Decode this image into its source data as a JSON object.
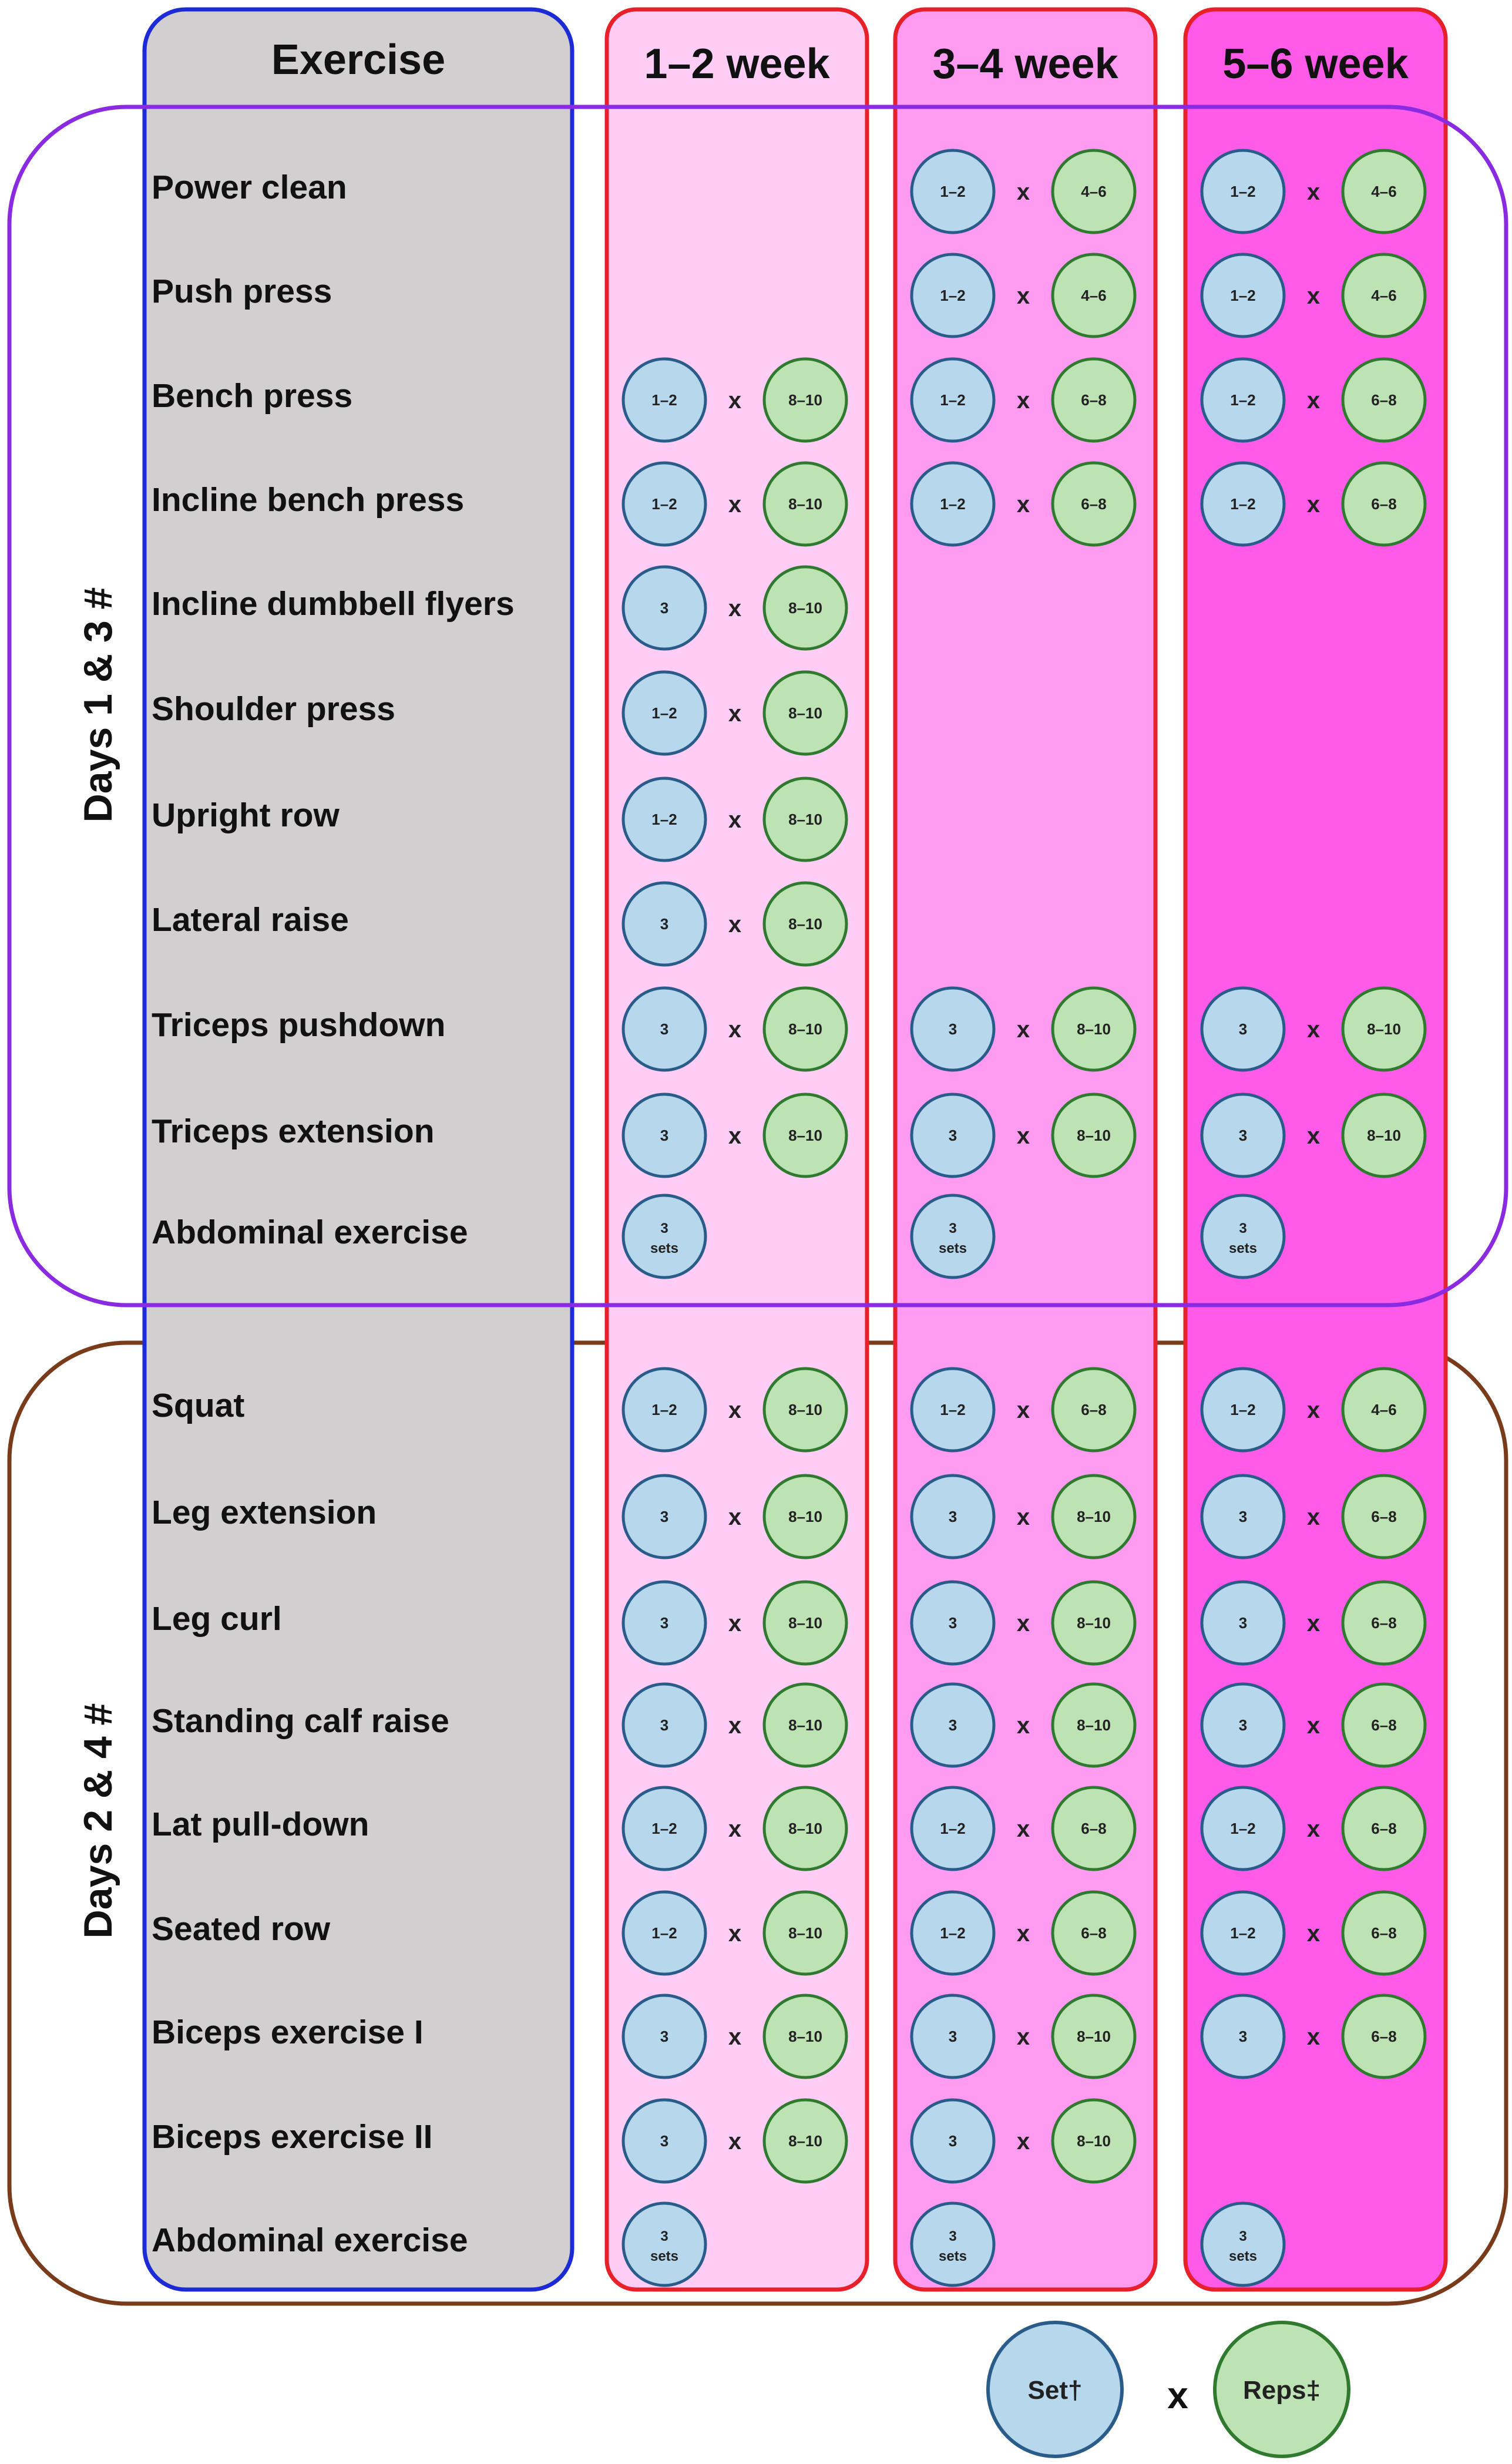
{
  "header": {
    "exercise": "Exercise",
    "weeks": [
      "1–2 week",
      "3–4 week",
      "5–6 week"
    ]
  },
  "groups": [
    {
      "label": "Days 1 & 3 #"
    },
    {
      "label": "Days 2 & 4 #"
    }
  ],
  "colors": {
    "exercise_column_fill": "#d2cfd0",
    "exercise_column_border": "#1c2bd6",
    "week1_fill": "#ffcdf6",
    "week2_fill": "#ff9cf2",
    "week3_fill": "#ff5ae8",
    "week_border": "#e8202a",
    "group1_border": "#8a2be2",
    "group2_border": "#7a3b1a",
    "sets_circle": "#b6d7ec",
    "sets_circle_border": "#2a5c8a",
    "reps_circle": "#bde2b4",
    "reps_circle_border": "#2f7a2f"
  },
  "exercises": [
    {
      "name": "Power clean",
      "group": 0,
      "weeks": [
        null,
        {
          "sets": "1–2",
          "reps": "4–6"
        },
        {
          "sets": "1–2",
          "reps": "4–6"
        }
      ]
    },
    {
      "name": "Push press",
      "group": 0,
      "weeks": [
        null,
        {
          "sets": "1–2",
          "reps": "4–6"
        },
        {
          "sets": "1–2",
          "reps": "4–6"
        }
      ]
    },
    {
      "name": "Bench press",
      "group": 0,
      "weeks": [
        {
          "sets": "1–2",
          "reps": "8–10"
        },
        {
          "sets": "1–2",
          "reps": "6–8"
        },
        {
          "sets": "1–2",
          "reps": "6–8"
        }
      ]
    },
    {
      "name": "Incline bench press",
      "group": 0,
      "weeks": [
        {
          "sets": "1–2",
          "reps": "8–10"
        },
        {
          "sets": "1–2",
          "reps": "6–8"
        },
        {
          "sets": "1–2",
          "reps": "6–8"
        }
      ]
    },
    {
      "name": "Incline dumbbell flyers",
      "group": 0,
      "weeks": [
        {
          "sets": "3",
          "reps": "8–10"
        },
        null,
        null
      ]
    },
    {
      "name": "Shoulder press",
      "group": 0,
      "weeks": [
        {
          "sets": "1–2",
          "reps": "8–10"
        },
        null,
        null
      ]
    },
    {
      "name": "Upright row",
      "group": 0,
      "weeks": [
        {
          "sets": "1–2",
          "reps": "8–10"
        },
        null,
        null
      ]
    },
    {
      "name": "Lateral raise",
      "group": 0,
      "weeks": [
        {
          "sets": "3",
          "reps": "8–10"
        },
        null,
        null
      ]
    },
    {
      "name": "Triceps pushdown",
      "group": 0,
      "weeks": [
        {
          "sets": "3",
          "reps": "8–10"
        },
        {
          "sets": "3",
          "reps": "8–10"
        },
        {
          "sets": "3",
          "reps": "8–10"
        }
      ]
    },
    {
      "name": "Triceps extension",
      "group": 0,
      "weeks": [
        {
          "sets": "3",
          "reps": "8–10"
        },
        {
          "sets": "3",
          "reps": "8–10"
        },
        {
          "sets": "3",
          "reps": "8–10"
        }
      ]
    },
    {
      "name": "Abdominal exercise",
      "group": 0,
      "weeks": [
        {
          "sets": "3 sets"
        },
        {
          "sets": "3 sets"
        },
        {
          "sets": "3 sets"
        }
      ]
    },
    {
      "name": "Squat",
      "group": 1,
      "weeks": [
        {
          "sets": "1–2",
          "reps": "8–10"
        },
        {
          "sets": "1–2",
          "reps": "6–8"
        },
        {
          "sets": "1–2",
          "reps": "4–6"
        }
      ]
    },
    {
      "name": "Leg extension",
      "group": 1,
      "weeks": [
        {
          "sets": "3",
          "reps": "8–10"
        },
        {
          "sets": "3",
          "reps": "8–10"
        },
        {
          "sets": "3",
          "reps": "6–8"
        }
      ]
    },
    {
      "name": "Leg curl",
      "group": 1,
      "weeks": [
        {
          "sets": "3",
          "reps": "8–10"
        },
        {
          "sets": "3",
          "reps": "8–10"
        },
        {
          "sets": "3",
          "reps": "6–8"
        }
      ]
    },
    {
      "name": "Standing calf raise",
      "group": 1,
      "weeks": [
        {
          "sets": "3",
          "reps": "8–10"
        },
        {
          "sets": "3",
          "reps": "8–10"
        },
        {
          "sets": "3",
          "reps": "6–8"
        }
      ]
    },
    {
      "name": "Lat pull-down",
      "group": 1,
      "weeks": [
        {
          "sets": "1–2",
          "reps": "8–10"
        },
        {
          "sets": "1–2",
          "reps": "6–8"
        },
        {
          "sets": "1–2",
          "reps": "6–8"
        }
      ]
    },
    {
      "name": "Seated row",
      "group": 1,
      "weeks": [
        {
          "sets": "1–2",
          "reps": "8–10"
        },
        {
          "sets": "1–2",
          "reps": "6–8"
        },
        {
          "sets": "1–2",
          "reps": "6–8"
        }
      ]
    },
    {
      "name": "Biceps exercise I",
      "group": 1,
      "weeks": [
        {
          "sets": "3",
          "reps": "8–10"
        },
        {
          "sets": "3",
          "reps": "8–10"
        },
        {
          "sets": "3",
          "reps": "6–8"
        }
      ]
    },
    {
      "name": "Biceps exercise II",
      "group": 1,
      "weeks": [
        {
          "sets": "3",
          "reps": "8–10"
        },
        {
          "sets": "3",
          "reps": "8–10"
        },
        null
      ]
    },
    {
      "name": "Abdominal exercise",
      "group": 1,
      "weeks": [
        {
          "sets": "3 sets"
        },
        {
          "sets": "3 sets"
        },
        {
          "sets": "3 sets"
        }
      ]
    }
  ],
  "times_symbol": "x",
  "legend": {
    "sets": "Set†",
    "times": "x",
    "reps": "Reps‡"
  }
}
